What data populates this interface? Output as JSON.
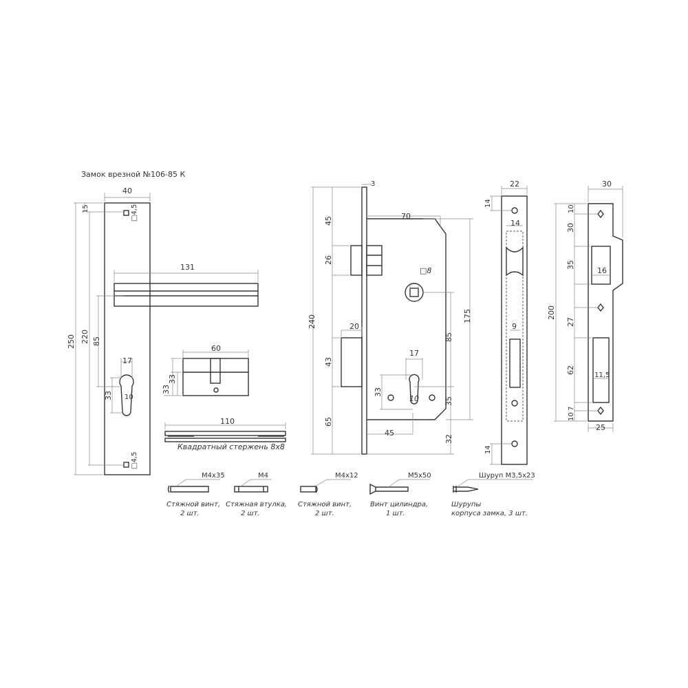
{
  "title": "Замок врезной №106-85 К",
  "handle": {
    "width": "40",
    "height": "250",
    "holes_spacing": "220",
    "top_offset": "15",
    "hole_size_top": "□4,5",
    "hole_size_bottom": "□4,5",
    "lever_length": "131",
    "spindle_to_cyl": "85",
    "cyl_width": "17",
    "cyl_height": "33",
    "cyl_slot": "10"
  },
  "cylinder": {
    "length": "60",
    "height_inner": "33",
    "height_outer": "33"
  },
  "rod": {
    "length": "110",
    "label": "Квадратный стержень 8х8"
  },
  "lock": {
    "faceplate_thick": "3",
    "height": "240",
    "top": "45",
    "latch": "26",
    "bolt_height": "43",
    "bolt_projection": "20",
    "bottom": "65",
    "depth": "70",
    "spindle": "□8",
    "body_height": "175",
    "center_distance": "85",
    "cyl_below": "35",
    "bottom_off": "32",
    "cyl_width": "17",
    "cyl_height": "33",
    "cyl_slot": "10",
    "backset": "45"
  },
  "faceplate": {
    "width": "22",
    "hole_top": "14",
    "hole_bottom": "14",
    "inner_width": "14",
    "slot_width": "9"
  },
  "strike": {
    "width": "30",
    "height": "200",
    "d1": "10",
    "d2": "30",
    "d3": "35",
    "latch_w": "16",
    "d4": "27",
    "d5": "62",
    "bolt_w": "11,5",
    "d6": "7",
    "d7": "10",
    "base_w": "25"
  },
  "hardware": [
    {
      "spec": "M4x35",
      "name": "Стяжной винт,",
      "qty": "2 шт."
    },
    {
      "spec": "M4",
      "name": "Стяжная втулка,",
      "qty": "2 шт."
    },
    {
      "spec": "M4x12",
      "name": "Стяжной винт,",
      "qty": "2 шт."
    },
    {
      "spec": "M5x50",
      "name": "Винт цилиндра,",
      "qty": "1 шт."
    },
    {
      "spec": "Шуруп M3,5x23",
      "name": "Шурупы",
      "qty": "корпуса замка, 3 шт."
    }
  ]
}
